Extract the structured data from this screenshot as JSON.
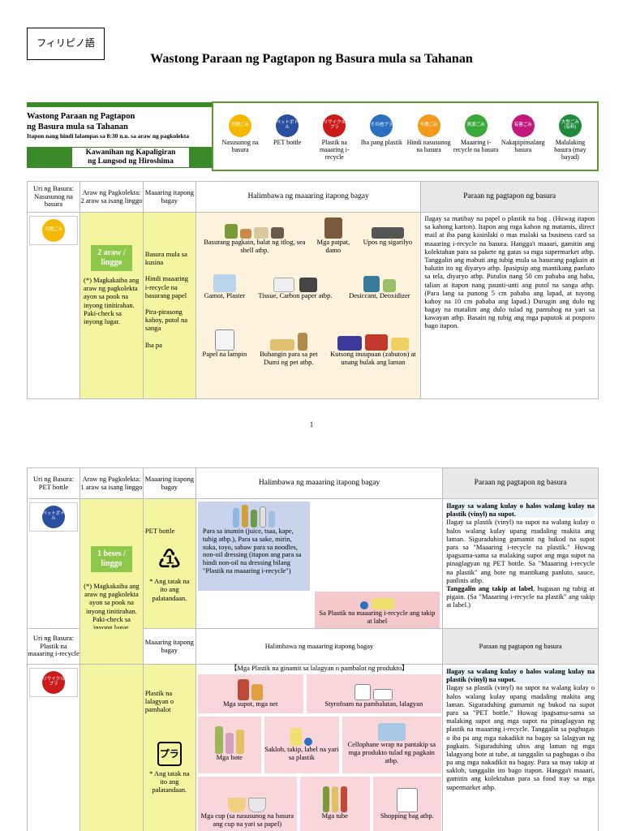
{
  "lang_label": "フィリピノ語",
  "title": "Wastong Paraan ng Pagtapon ng Basura mula sa Tahanan",
  "header": {
    "title_line1": "Wastong Paraan ng Pagtapon",
    "title_line2": "ng Basura mula sa Tahanan",
    "subtitle": "Itapon nang hindi lalampas sa 8:30 n.u. sa araw ng pagkolekta",
    "dept_line1": "Kawanihan ng Kapaligiran",
    "dept_line2": "ng Lungsod ng Hiroshima"
  },
  "categories": [
    {
      "badge": "可燃ごみ",
      "label": "Nasusunog na basura",
      "color": "#f5b800"
    },
    {
      "badge": "ペットボトル",
      "label": "PET bottle",
      "color": "#2a4fa0"
    },
    {
      "badge": "リサイクルプラ",
      "label": "Plastik na maaaring i-recycle",
      "color": "#cc1a1a"
    },
    {
      "badge": "その他プラ",
      "label": "Iba pang plastik",
      "color": "#2a6fc0"
    },
    {
      "badge": "不燃ごみ",
      "label": "Hindi nasusunog na basura",
      "color": "#f29a1a"
    },
    {
      "badge": "資源ごみ",
      "label": "Maaaring i-recycle na basura",
      "color": "#3aa83a"
    },
    {
      "badge": "有害ごみ",
      "label": "Nakapipinsalang basura",
      "color": "#c2197f"
    },
    {
      "badge": "大型ごみ (有料)",
      "label": "Malalaking basura (may bayad)",
      "color": "#1e8a3a"
    }
  ],
  "table1": {
    "col_type": "Uri ng Basura: Nasusunog na basura",
    "col_day": "Araw ng Pagkolekta: 2 araw sa isang linggo",
    "col_item": "Maaaring itapong bagay",
    "col_examples": "Halimbawa ng maaaring itapong bagay",
    "col_method": "Paraan ng pagtapon ng basura",
    "badge": "可燃ごみ",
    "freq_line1": "2 araw /",
    "freq_line2": "linggo",
    "freq_note": "(*) Magkakaiba ang araw ng pagkolekta ayon sa pook na inyong tinitirahan. Paki-check sa inyong lugar.",
    "items": [
      "Basura mula sa kusina",
      "Hindi maaaring i-recycle na basurang papel",
      "Pira-pirasong kahoy, putol na sanga",
      "Iba pa"
    ],
    "examples": [
      "Basurang pagkain, balat ng itlog, sea shell atbp.",
      "Mga patpat, damo",
      "Upos ng sigarilyo",
      "Gamot, Plaster",
      "Tissue, Carbon paper atbp.",
      "Desiccant, Deoxidizer",
      "Papel na lampin",
      "Buhangin para sa pet",
      "Dumi ng pet atbp.",
      "Kutsong inuupuan (zabuton) at unang bulak ang laman"
    ],
    "method": "Ilagay sa matibay na papel o plastik na bag . (Huwag itapon sa kahong karton). Itapon ang mga kahon ng matamis, direct mail at iba pang kasinlaki o mas malaki sa business card sa maaaring i-recycle na basura. Hangga't maaari, gamitin ang kolektahan para sa pakete ng gatas sa mga supermarket atbp. Tanggalin ang mabuti ang tubig mula sa basurang pagkain at balutin ito ng diyaryo atbp. Ipasipsip ang mantikang panluto sa tela, diyaryo atbp. Putulin nang 50 cm pababa ang haba, talian at itapon nang paunti-unti ang putol na sanga atbp. (Para lang sa punong 5 cm pababa ang lapad, at tuyong kahoy na 10 cm pababa ang lapad.) Durugin ang dulo ng bagay na matalim ang dulo tulad ng pantuhog na yari sa kawayan atbp. Basain ng tubig ang mga paputok at posporo bago itapon."
  },
  "page_number": "1",
  "table2": {
    "col_type": "Uri ng Basura: PET bottle",
    "col_day": "Araw ng Pagkolekta: 1 araw sa isang linggo",
    "col_item": "Maaaring itapong bagay",
    "col_examples": "Halimbawa ng maaaring itapong bagay",
    "col_method": "Paraan ng pagtapon ng basura",
    "badge": "ペットボトル",
    "freq_line1": "1 beses /",
    "freq_line2": "linggo",
    "freq_note": "(*) Magkakaiba ang araw ng pagkolekta ayon sa pook na inyong tinitirahan. Paki-check sa inyong lugar.",
    "item": "PET bottle",
    "mark_note": "* Ang tatak na ito ang palatandaan.",
    "pet_example": "Para sa inumin (juice, tsaa, kape, tubig atbp.), Para sa sake, mirin, suka, toyo, sabaw para sa noodles, non-oil dressing (itapon ang para sa hindi non-oil na dressing bilang \"Plastik na maaaring i-recycle\")",
    "cap_label": "Sa Plastik na maaaring i-recycle ang takip at label",
    "method_bold": "Ilagay sa walang kulay o halos walang kulay na plastik (vinyl) na supot.",
    "method": "Ilagay sa plastik (vinyl) na supot na walang kulay o halos walang kulay upang madaling makita ang laman. Siguraduhing gumamit ng bukod na supot para sa \"Maaaring i-recycle na plastik.\" Huwag ipagsama-sama sa malaking supot ang mga supot na pinaglagyan ng PET bottle. Sa \"Maaaring i-recycle na plastik\" ang bote ng mantikang panluto, sauce, panlinis atbp.",
    "method_bold2": "Tanggalin ang takip at label",
    "method_end": ", hugasan ng tubig at pigain. (Sa \"Maaaring i-recycle na plastik\" ang takip at label.)"
  },
  "table3": {
    "col_type": "Uri ng Basura: Plastik na maaaring i-recycle",
    "col_item": "Maaaring itapong bagay",
    "col_examples": "Halimbawa ng maaaring itapong bagay",
    "col_method": "Paraan ng pagtapon ng basura",
    "badge": "リサイクルプラ",
    "item": "Plastik na lalagyan o pambalot",
    "mark_note": "* Ang tatak na ito ang palatandaan.",
    "section_title": "【Mga Plastik na ginamit sa lalagyan o pambalot ng produkto】",
    "examples": [
      "Mga supot, mga net",
      "Styrofoam na pambalutan, lalagyan",
      "Mga bote",
      "Saklob, takip, label na yari sa plastik",
      "Cellophane wrap na pantakip sa mga produkto tulad ng pagkain atbp.",
      "Mga cup (sa nasusunog na basura ang cup na yari sa papel)",
      "Mga tube",
      "Shopping bag atbp."
    ],
    "method_bold": "Ilagay sa walang kulay o halos walang kulay na plastik (vinyl) na supot.",
    "method": "Ilagay sa plastik (vinyl) na supot na walang kulay o halos walang kulay upang madaling makita ang laman. Siguraduhing gumamit ng bukod na supot para sa \"PET bottle.\" Huwag ipagsama-sama sa malaking supot ang mga supot na pinaglagyan ng plastik na maaaring i-recycle. Tanggalin sa paghugas o iba pa ang mga nakadikit na bagay sa lalagyan ng pagkain. Siguraduhing ubos ang laman ng mga lalagyang bote at tube, at tanggalin sa paghugas o iba pa ang mga nakadikit na bagay. Para sa may takip at saklob, tanggalin ito bago itapon. Hangga't maaari, gamitin ang kolektahan para sa food tray sa mga supermarket atbp."
  }
}
